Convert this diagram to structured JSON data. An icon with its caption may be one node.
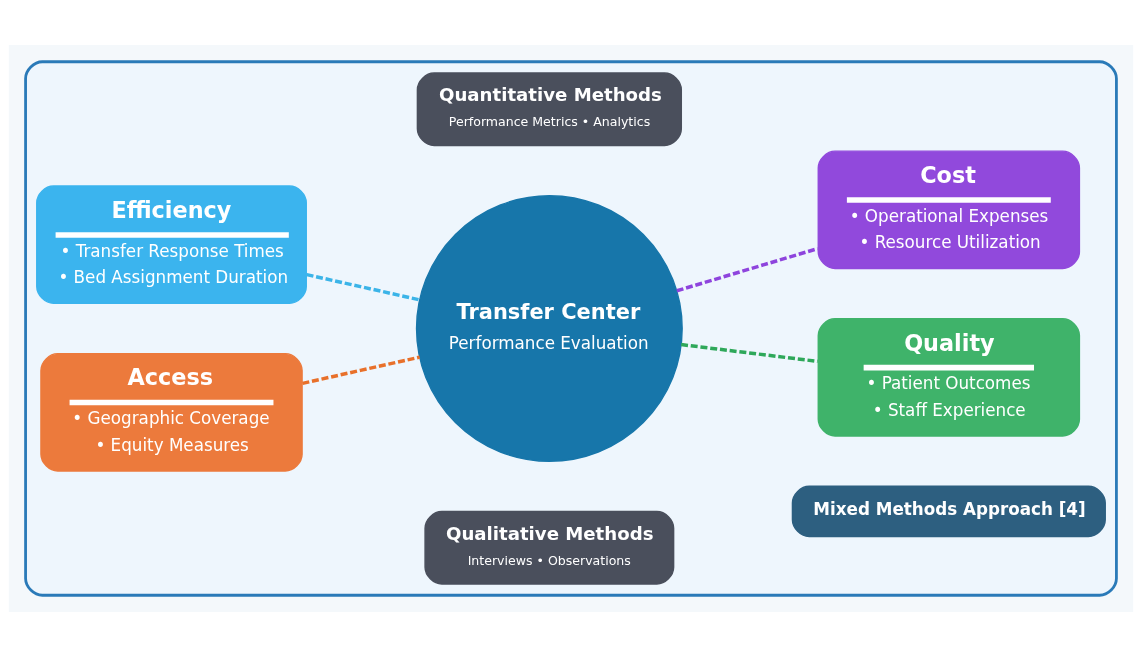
{
  "diagram": {
    "nodes": [
      {
        "text": [],
        "shape": "box"
      },
      {
        "text": [
          "Efficiency",
          "• Transfer Response Times",
          "• Bed Assignment Duration"
        ],
        "in": 0
      },
      {
        "text": [
          "Quantitative Methods",
          "Performance Metrics • Analytics"
        ],
        "in": 0
      },
      {
        "text": [
          "Cost",
          "• Operational Expenses",
          "• Resource Utilization"
        ],
        "in": 0
      },
      {
        "text": [
          "Transfer Center",
          "Performance Evaluation"
        ],
        "in": 0
      },
      {
        "text": [
          "Access",
          "• Geographic Coverage",
          "• Equity Measures"
        ],
        "in": 0
      },
      {
        "text": [
          "Qualitative Methods",
          "Interviews • Observations"
        ],
        "in": 0
      },
      {
        "text": [
          "Quality",
          "• Patient Outcomes",
          "• Staff Experience"
        ],
        "in": 0
      },
      {
        "text": [
          "Mixed Methods Approach [4]"
        ],
        "in": 0
      }
    ],
    "edges": [
      {
        "from": 1,
        "to": 4,
        "arrow": "none",
        "style": "dashed",
        "color": "#3bb4e8"
      },
      {
        "from": 4,
        "to": 3,
        "arrow": "none",
        "style": "dashed",
        "color": "#8e44dd"
      },
      {
        "from": 5,
        "to": 4,
        "arrow": "none",
        "style": "dashed",
        "color": "#e8702a"
      },
      {
        "from": 4,
        "to": 7,
        "arrow": "none",
        "style": "dashed",
        "color": "#2ea85a"
      }
    ]
  }
}
